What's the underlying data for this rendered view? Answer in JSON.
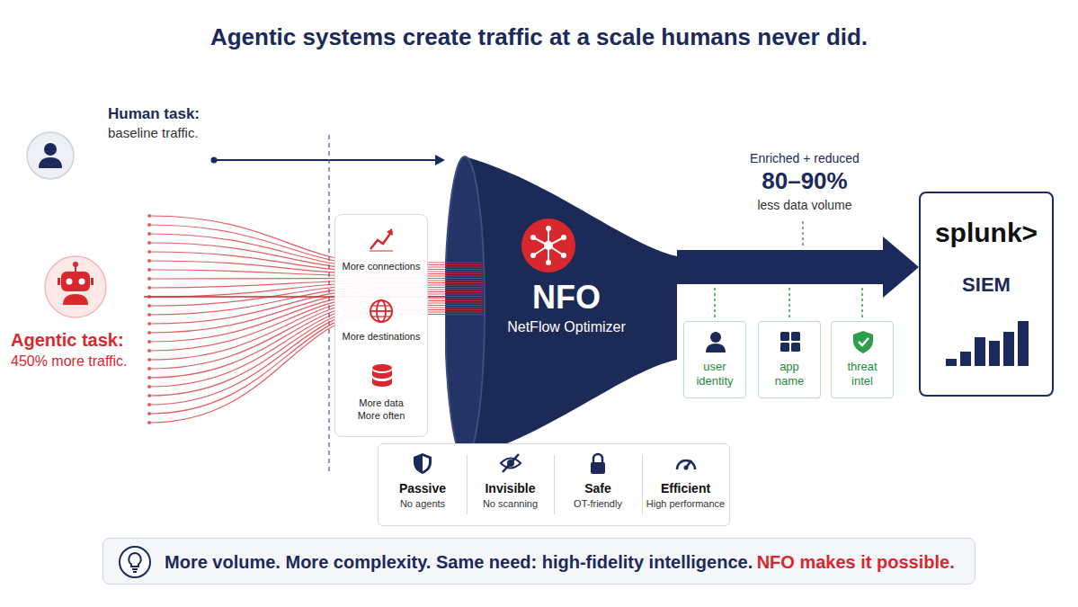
{
  "diagram": {
    "title": "Agentic systems create traffic at a scale humans never did.",
    "nodes": [
      {
        "text": [
          "Human task:",
          "baseline traffic."
        ]
      },
      {
        "text": [
          "Agentic task:",
          "450% more traffic."
        ]
      },
      {
        "text": [
          "More connections",
          "More destinations",
          "More data More often"
        ]
      },
      {
        "text": [
          "NFO",
          "NetFlow Optimizer"
        ]
      },
      {
        "text": [
          "user identity"
        ]
      },
      {
        "text": [
          "app name"
        ]
      },
      {
        "text": [
          "threat intel"
        ]
      },
      {
        "text": [
          "splunk>",
          "SIEM"
        ]
      },
      {
        "text": [
          "Passive",
          "No agents",
          "Invisible",
          "No scanning",
          "Safe",
          "OT-friendly",
          "Efficient",
          "High performance"
        ]
      },
      {
        "text": [
          "More volume. More complexity. Same need: high-fidelity intelligence.",
          "NFO makes it possible."
        ]
      }
    ],
    "edges": [
      {
        "from": 0,
        "to": 3,
        "arrow": "to"
      },
      {
        "from": 1,
        "to": 3,
        "arrow": "none"
      },
      {
        "from": 3,
        "to": 7,
        "arrow": "to"
      }
    ],
    "labels": [
      "Enriched + reduced",
      "80–90%",
      "less data volume"
    ]
  }
}
